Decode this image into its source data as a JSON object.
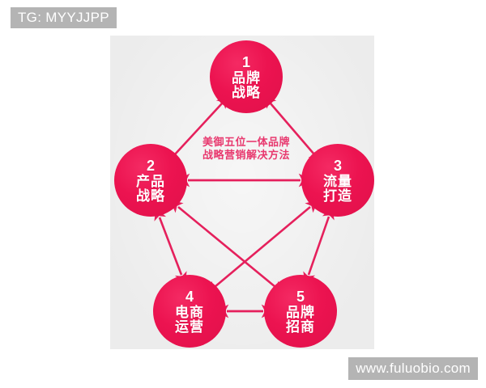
{
  "theme": {
    "node_fill": "#ec1350",
    "node_text": "#ffffff",
    "arrow_color": "#e5205c",
    "panel_bg": "#ececec",
    "caption_color": "#e8396f",
    "watermark_bg": "#b4b4b4",
    "watermark_text": "#ffffff",
    "page_bg": "#ffffff"
  },
  "watermarks": {
    "top_left": "TG: MYYJJPP",
    "bottom_right": "www.fuluobio.com"
  },
  "diagram": {
    "center_caption": {
      "line1": "美御五位一体品牌",
      "line2": "战略营销解决方法"
    },
    "nodes": [
      {
        "id": "node-1",
        "number": "1",
        "line1": "品牌",
        "line2": "战略"
      },
      {
        "id": "node-2",
        "number": "2",
        "line1": "产品",
        "line2": "战略"
      },
      {
        "id": "node-3",
        "number": "3",
        "line1": "流量",
        "line2": "打造"
      },
      {
        "id": "node-4",
        "number": "4",
        "line1": "电商",
        "line2": "运营"
      },
      {
        "id": "node-5",
        "number": "5",
        "line1": "品牌",
        "line2": "招商"
      }
    ],
    "connections": [
      {
        "from": "1",
        "to": "2",
        "style": "double-arrow"
      },
      {
        "from": "1",
        "to": "3",
        "style": "double-arrow"
      },
      {
        "from": "2",
        "to": "3",
        "style": "double-arrow"
      },
      {
        "from": "2",
        "to": "4",
        "style": "double-arrow"
      },
      {
        "from": "3",
        "to": "5",
        "style": "double-arrow"
      },
      {
        "from": "4",
        "to": "5",
        "style": "double-arrow"
      },
      {
        "from": "2",
        "to": "5",
        "style": "double-arrow"
      },
      {
        "from": "3",
        "to": "4",
        "style": "double-arrow"
      }
    ]
  }
}
